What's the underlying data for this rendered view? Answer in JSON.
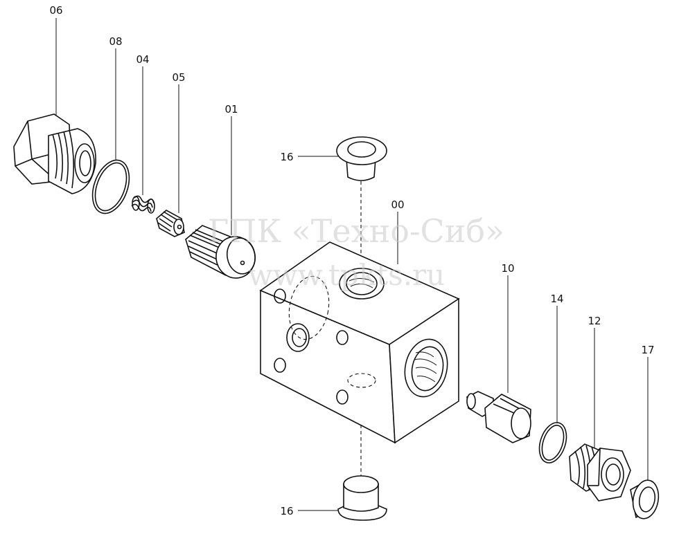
{
  "labels": {
    "p06": "06",
    "p08": "08",
    "p04": "04",
    "p05": "05",
    "p01": "01",
    "p16_top": "16",
    "p00": "00",
    "p10": "10",
    "p14": "14",
    "p12": "12",
    "p17": "17",
    "p16_bottom": "16"
  },
  "watermark": {
    "line1": "ГПК «Техно-Сиб»",
    "line2": "www.tpkts.ru"
  }
}
